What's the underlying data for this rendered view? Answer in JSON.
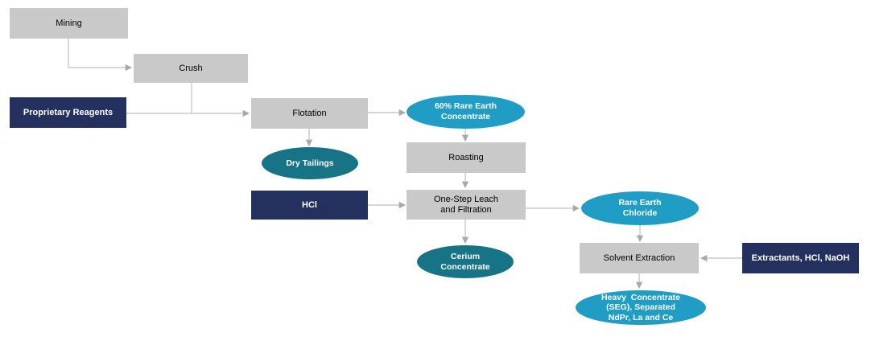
{
  "diagram": {
    "title": "Rare earth processing flowchart",
    "nodes": {
      "mining": {
        "kind": "process",
        "lines": [
          "Mining"
        ]
      },
      "crush": {
        "kind": "process",
        "lines": [
          "Crush"
        ]
      },
      "proprietary_reagents": {
        "kind": "reagent",
        "lines": [
          "Proprietary Reagents"
        ]
      },
      "flotation": {
        "kind": "process",
        "lines": [
          "Flotation"
        ]
      },
      "rare_earth_concentrate_60": {
        "kind": "product",
        "lines": [
          "60% Rare Earth",
          "Concentrate"
        ]
      },
      "dry_tailings": {
        "kind": "byproduct",
        "lines": [
          "Dry Tailings"
        ]
      },
      "roasting": {
        "kind": "process",
        "lines": [
          "Roasting"
        ]
      },
      "hcl": {
        "kind": "reagent",
        "lines": [
          "HCl"
        ]
      },
      "one_step_leach": {
        "kind": "process",
        "lines": [
          "One-Step Leach",
          "and Filtration"
        ]
      },
      "rare_earth_chloride": {
        "kind": "product",
        "lines": [
          "Rare Earth",
          "Chloride"
        ]
      },
      "cerium_concentrate": {
        "kind": "byproduct",
        "lines": [
          "Cerium",
          "Concentrate"
        ]
      },
      "solvent_extraction": {
        "kind": "process",
        "lines": [
          "Solvent Extraction"
        ]
      },
      "extractants_hcl_naoh": {
        "kind": "reagent",
        "lines": [
          "Extractants, HCl, NaOH"
        ]
      },
      "heavy_concentrate": {
        "kind": "product",
        "lines": [
          "Heavy  Concentrate",
          "(SEG), Separated",
          "NdPr, La and Ce"
        ]
      }
    },
    "edges": [
      {
        "from": "mining",
        "to": "crush"
      },
      {
        "from": "crush",
        "to": "flotation"
      },
      {
        "from": "proprietary_reagents",
        "to": "flotation"
      },
      {
        "from": "flotation",
        "to": "rare_earth_concentrate_60"
      },
      {
        "from": "flotation",
        "to": "dry_tailings"
      },
      {
        "from": "rare_earth_concentrate_60",
        "to": "roasting"
      },
      {
        "from": "roasting",
        "to": "one_step_leach"
      },
      {
        "from": "hcl",
        "to": "one_step_leach"
      },
      {
        "from": "one_step_leach",
        "to": "cerium_concentrate"
      },
      {
        "from": "one_step_leach",
        "to": "rare_earth_chloride"
      },
      {
        "from": "rare_earth_chloride",
        "to": "solvent_extraction"
      },
      {
        "from": "extractants_hcl_naoh",
        "to": "solvent_extraction"
      },
      {
        "from": "solvent_extraction",
        "to": "heavy_concentrate"
      }
    ],
    "colors": {
      "background": "#FFFFFF",
      "process_fill": "#C9C9C9",
      "process_text": "#000000",
      "reagent_fill": "#24305E",
      "product_fill": "#1F9DC5",
      "byproduct_fill": "#177487",
      "light_text": "#FFFFFF",
      "connector_line": "#BFBFBF",
      "connector_head": "#A9A9A9"
    }
  }
}
